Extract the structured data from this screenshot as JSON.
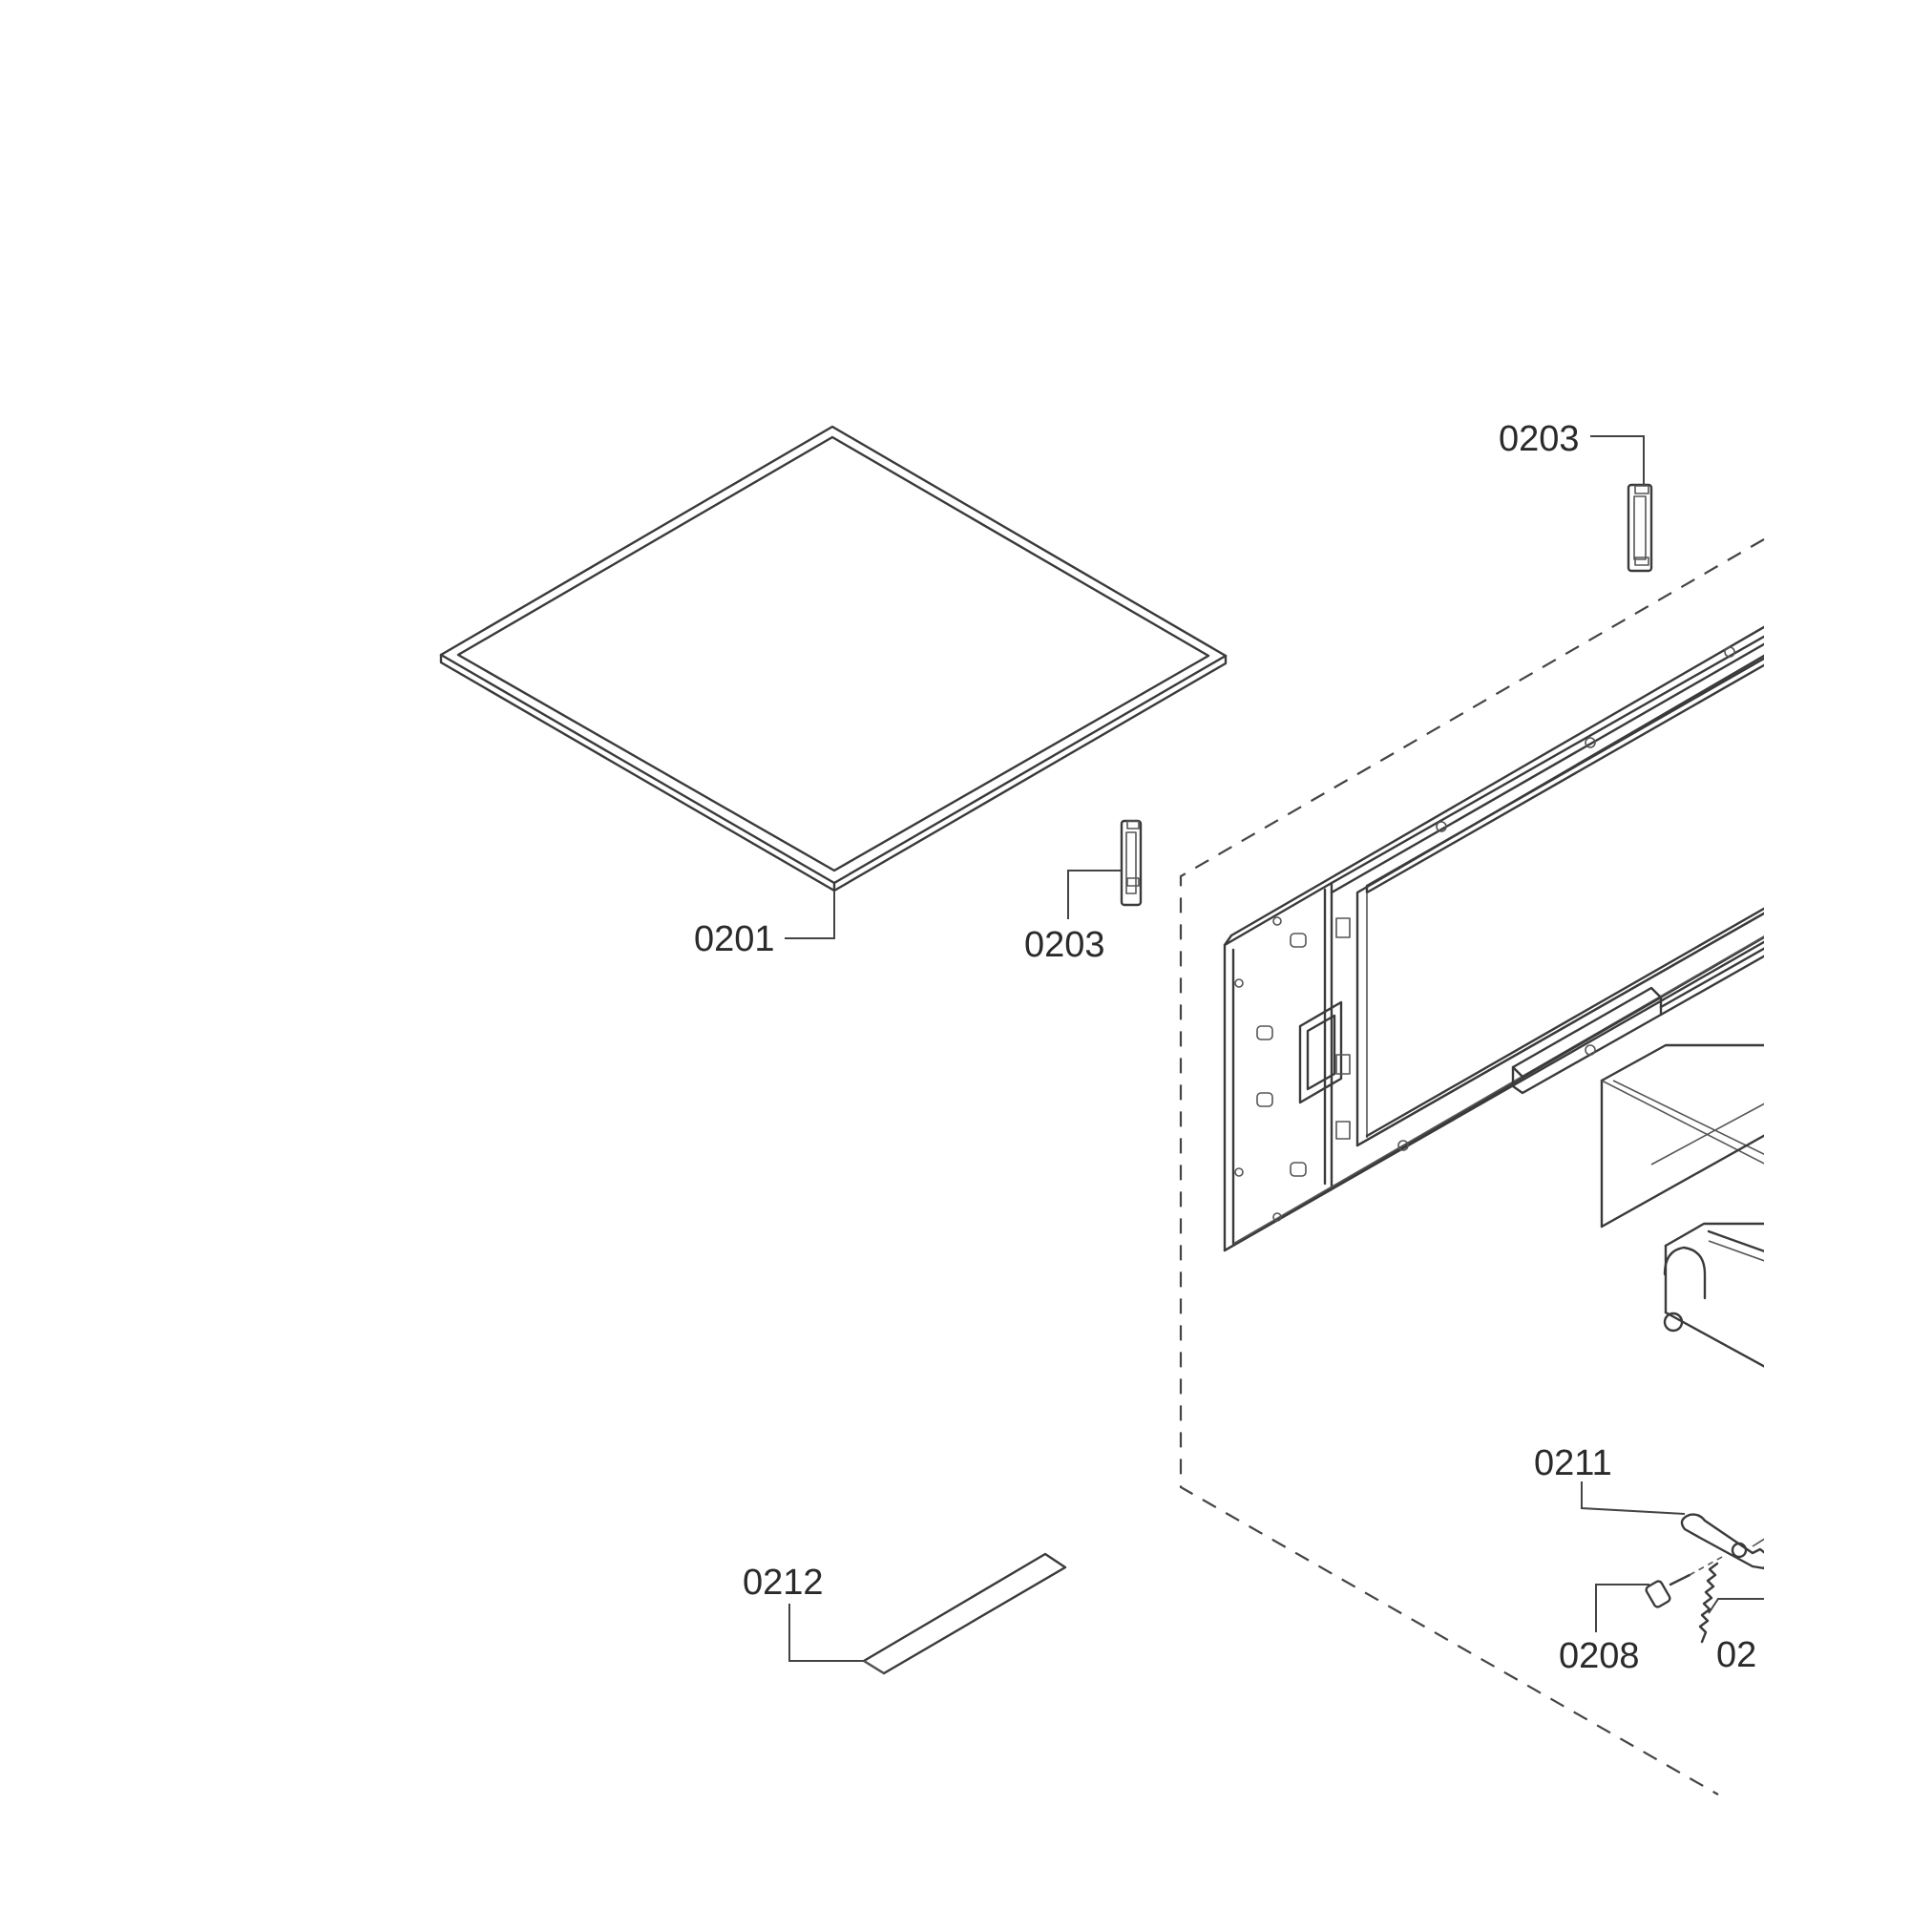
{
  "labels": {
    "p0201": "0201",
    "p0203_left": "0203",
    "p0203_top": "0203",
    "p0211": "0211",
    "p0208": "0208",
    "p0212": "0212",
    "p02_cut": "02"
  }
}
